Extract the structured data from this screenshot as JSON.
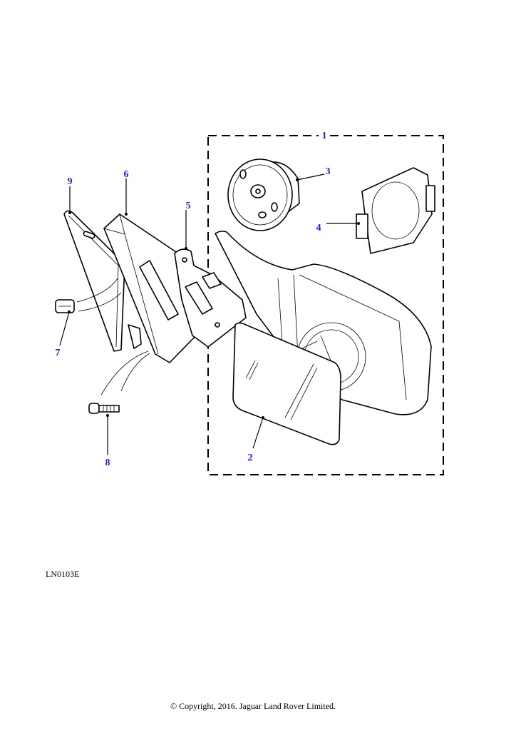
{
  "diagram": {
    "callouts": {
      "c1": "1",
      "c2": "2",
      "c3": "3",
      "c4": "4",
      "c5": "5",
      "c6": "6",
      "c7": "7",
      "c8": "8",
      "c9": "9"
    },
    "reference_code": "LN0103E",
    "copyright": "© Copyright, 2016. Jaguar Land Rover Limited.",
    "callout_color": "#1a1aff"
  }
}
